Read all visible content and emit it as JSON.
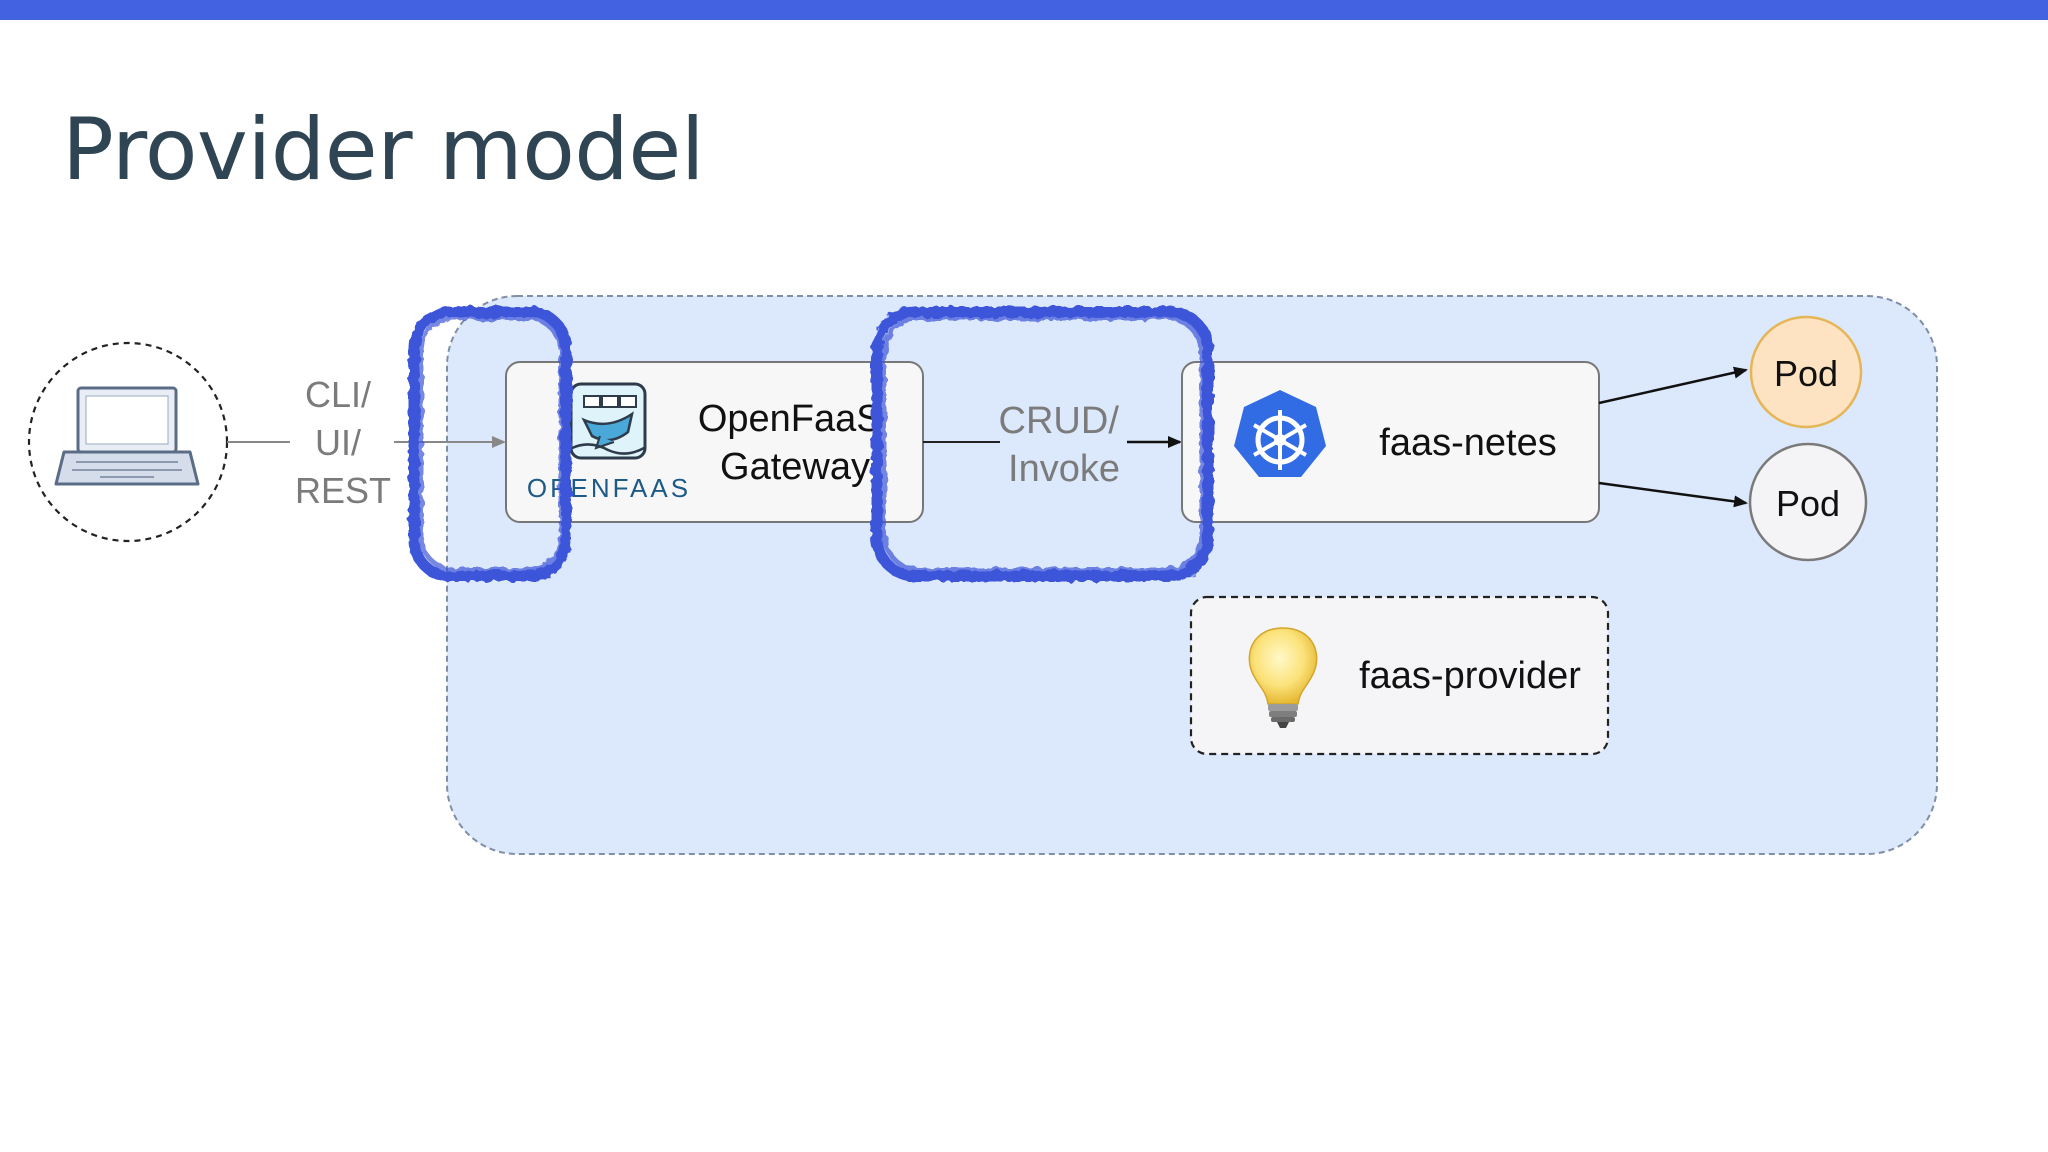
{
  "slide": {
    "title": "Provider model",
    "accent_color": "#4362e2"
  },
  "diagram": {
    "client": {
      "icon": "laptop-icon"
    },
    "client_link_label": [
      "CLI/",
      "UI/",
      "REST"
    ],
    "gateway": {
      "logo": "openfaas-logo-icon",
      "logo_text": "OPENFAAS",
      "label": [
        "OpenFaaS",
        "Gateway"
      ]
    },
    "gateway_link_label": [
      "CRUD/",
      "Invoke"
    ],
    "provider": {
      "icon": "kubernetes-helm-icon",
      "label": "faas-netes"
    },
    "faas_provider": {
      "icon": "lightbulb-icon",
      "label": "faas-provider"
    },
    "pods": [
      {
        "label": "Pod",
        "color": "#fde3c2",
        "stroke": "#e6b556"
      },
      {
        "label": "Pod",
        "color": "#f4f4f6",
        "stroke": "#7a7a7a"
      }
    ],
    "colors": {
      "region_fill": "#dce8fc",
      "kubernetes_blue": "#326ce5",
      "annotation": "#3d55d8"
    }
  }
}
